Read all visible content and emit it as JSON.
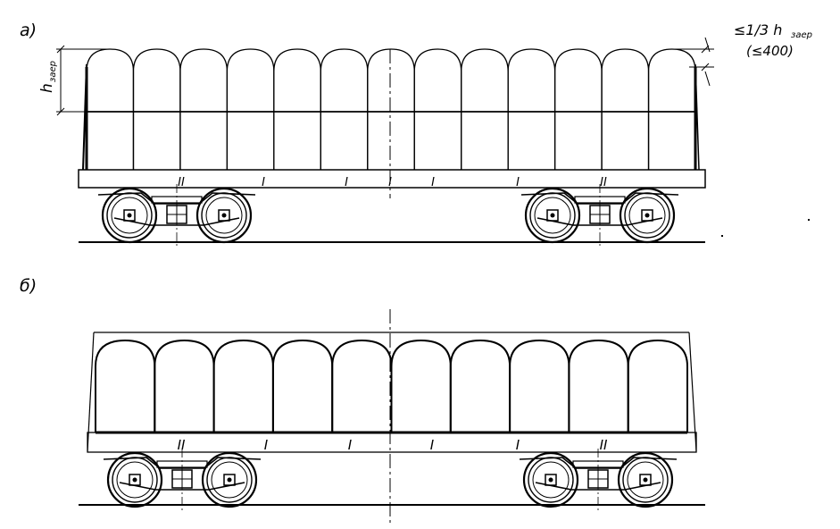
{
  "diagram": {
    "panel_a_label": "а)",
    "panel_b_label": "б)",
    "clearance_note": "≤1/3 h",
    "clearance_note_sub": "заер",
    "clearance_limit": "(≤400)",
    "height_symbol": "h",
    "height_symbol_sub": "заер",
    "panel_a_row_marks": [
      "II",
      "I",
      "I",
      "I",
      "I",
      "I",
      "II"
    ],
    "panel_b_row_marks": [
      "II",
      "I",
      "I",
      "I",
      "I",
      "II"
    ]
  }
}
